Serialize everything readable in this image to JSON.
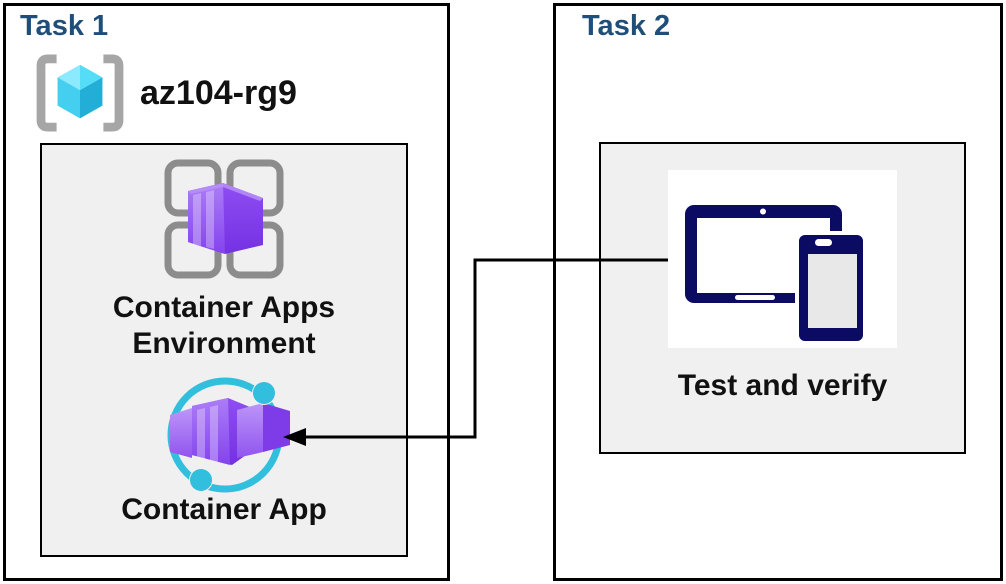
{
  "diagram": {
    "task1": {
      "title": "Task 1",
      "resource_group": {
        "name": "az104-rg9",
        "icon": "resource-group-icon"
      },
      "environment": {
        "label_line1": "Container Apps",
        "label_line2": "Environment",
        "icon": "container-apps-environment-icon"
      },
      "container_app": {
        "label": "Container App",
        "icon": "container-app-icon"
      }
    },
    "task2": {
      "title": "Task 2",
      "test_and_verify": {
        "label": "Test and verify",
        "icon": "tablet-phone-icon"
      }
    },
    "connector": {
      "from": "test-and-verify-panel",
      "to": "container-app-icon",
      "style": "elbow-arrow"
    }
  },
  "colors": {
    "title-blue": "#1F4E79",
    "text-black": "#111111",
    "box-border": "#000000",
    "inner-box-fill": "#F0F0F0",
    "panel-white": "#FFFFFF",
    "bracket-gray": "#A6A6A6",
    "grid-gray": "#8C8C8C",
    "cyan-accent": "#32BEDD",
    "cube-top-light": "#8BEAFE",
    "cube-top-dark": "#55DDF8",
    "cube-left": "#44CFF1",
    "cube-right": "#22AED6",
    "purple-front": "#9B63F3",
    "purple-side": "#7A36E8",
    "device-navy": "#0B0B64",
    "phone-screen": "#E8E8E8",
    "connector-black": "#000000"
  }
}
